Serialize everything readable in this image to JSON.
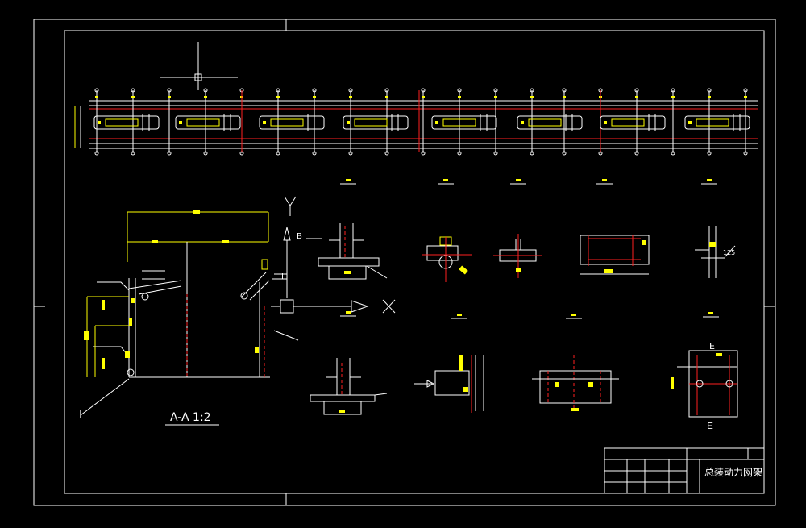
{
  "drawing": {
    "section_title": "A-A 1:2",
    "drawing_name": "总装动力网架",
    "view_arrows": {
      "b": "B",
      "marker_i": "I",
      "marker_ii": "II",
      "e_top": "E",
      "e_bottom": "E"
    },
    "label_125": "125"
  },
  "colors": {
    "background": "#000000",
    "line": "#ffffff",
    "accent": "#ffff00",
    "hidden": "#ff2020"
  }
}
